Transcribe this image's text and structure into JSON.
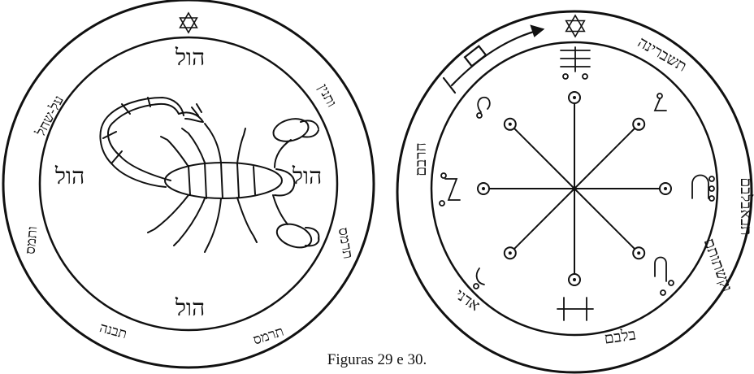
{
  "caption": "Figuras 29 e 30.",
  "figure29": {
    "name_top": "הול",
    "name_left": "הול",
    "name_right": "הול",
    "name_bottom": "הול",
    "border_text_upper_left": "על-שחל",
    "border_text_upper_right": "ותנין",
    "border_text_left": "ותמס",
    "border_text_right": "תרמס",
    "border_text_lower_left": "תבנה",
    "border_text_lower_right": "תרמס",
    "star_icon": "star-of-david-icon",
    "creature_icon": "scorpion-icon"
  },
  "figure30": {
    "border_text_top": "תשברינה",
    "border_text_left": "חרבם",
    "border_text_right": "תבאבלבם",
    "border_text_lower_right": "וקשתותם",
    "border_text_lower_left": "אדני",
    "border_text_bottom": "בלבם",
    "star_icon": "star-of-david-icon",
    "arrow_icon": "arrow-icon",
    "spoke_count": 8
  }
}
